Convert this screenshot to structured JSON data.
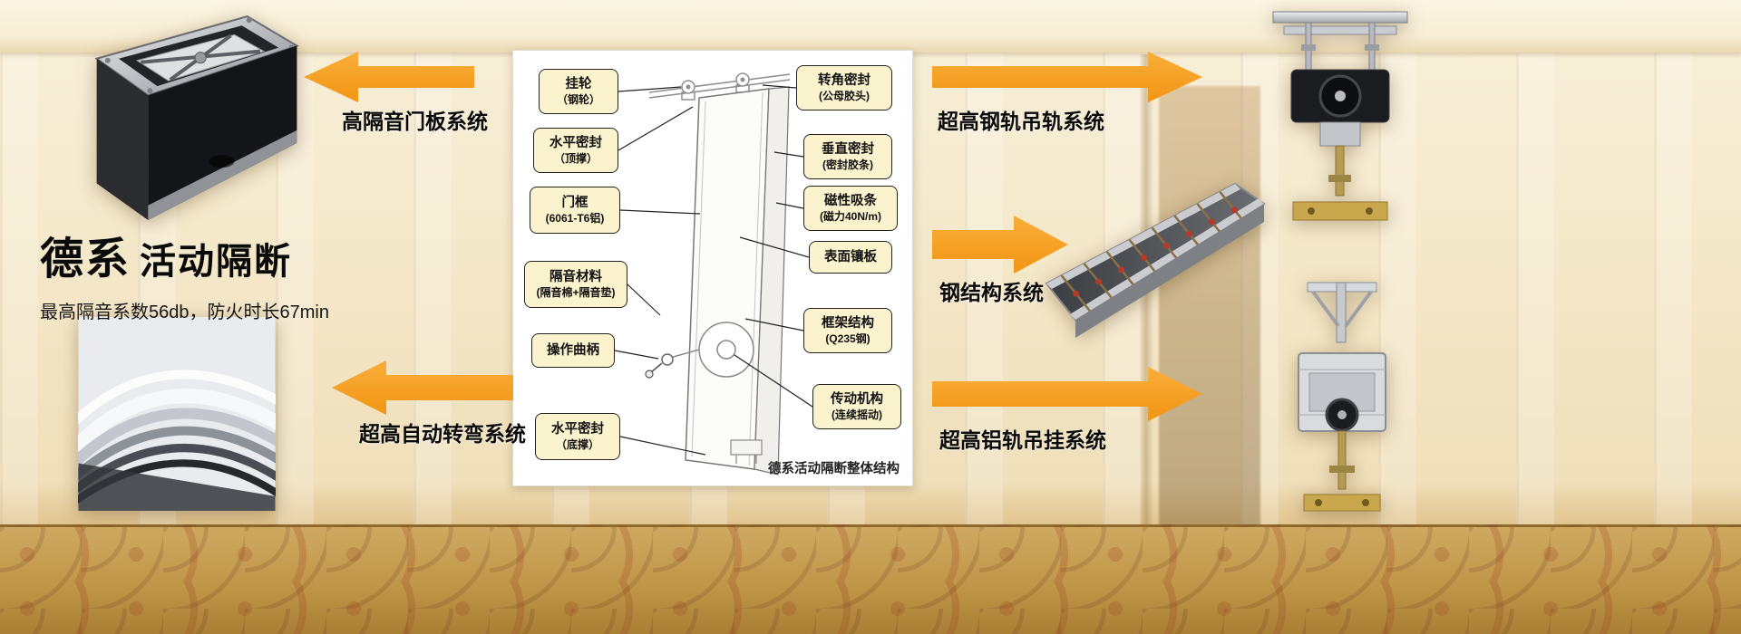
{
  "title": {
    "brand": "德系",
    "product": "活动隔断",
    "subtitle": "最高隔音系数56db，防火时长67min"
  },
  "arrows": [
    {
      "id": "soundproof-door-panel",
      "label": "高隔音门板系统",
      "direction": "left"
    },
    {
      "id": "auto-turning",
      "label": "超高自动转弯系统",
      "direction": "left"
    },
    {
      "id": "steel-rail-hanging",
      "label": "超高钢轨吊轨系统",
      "direction": "right"
    },
    {
      "id": "steel-structure",
      "label": "钢结构系统",
      "direction": "right"
    },
    {
      "id": "aluminum-rail-hanging",
      "label": "超高铝轨吊挂系统",
      "direction": "right"
    }
  ],
  "diagram": {
    "caption": "德系活动隔断整体结构",
    "left_labels": [
      {
        "line1": "挂轮",
        "line2": "（钢轮）"
      },
      {
        "line1": "水平密封",
        "line2": "（顶撑）"
      },
      {
        "line1": "门框",
        "line2": "(6061-T6铝)"
      },
      {
        "line1": "隔音材料",
        "line2": "(隔音棉+隔音垫)"
      },
      {
        "line1": "操作曲柄",
        "line2": ""
      },
      {
        "line1": "水平密封",
        "line2": "（底撑）"
      }
    ],
    "right_labels": [
      {
        "line1": "转角密封",
        "line2": "(公母胶头)"
      },
      {
        "line1": "垂直密封",
        "line2": "(密封胶条)"
      },
      {
        "line1": "磁性吸条",
        "line2": "(磁力40N/m)"
      },
      {
        "line1": "表面镶板",
        "line2": ""
      },
      {
        "line1": "框架结构",
        "line2": "(Q235钢)"
      },
      {
        "line1": "传动机构",
        "line2": "(连续摇动)"
      }
    ]
  },
  "colors": {
    "arrow_orange": "#F29513",
    "callout_fill": "#FBF3CD",
    "wall_tan": "#F4E7C8",
    "carpet_gold": "#C09648"
  }
}
